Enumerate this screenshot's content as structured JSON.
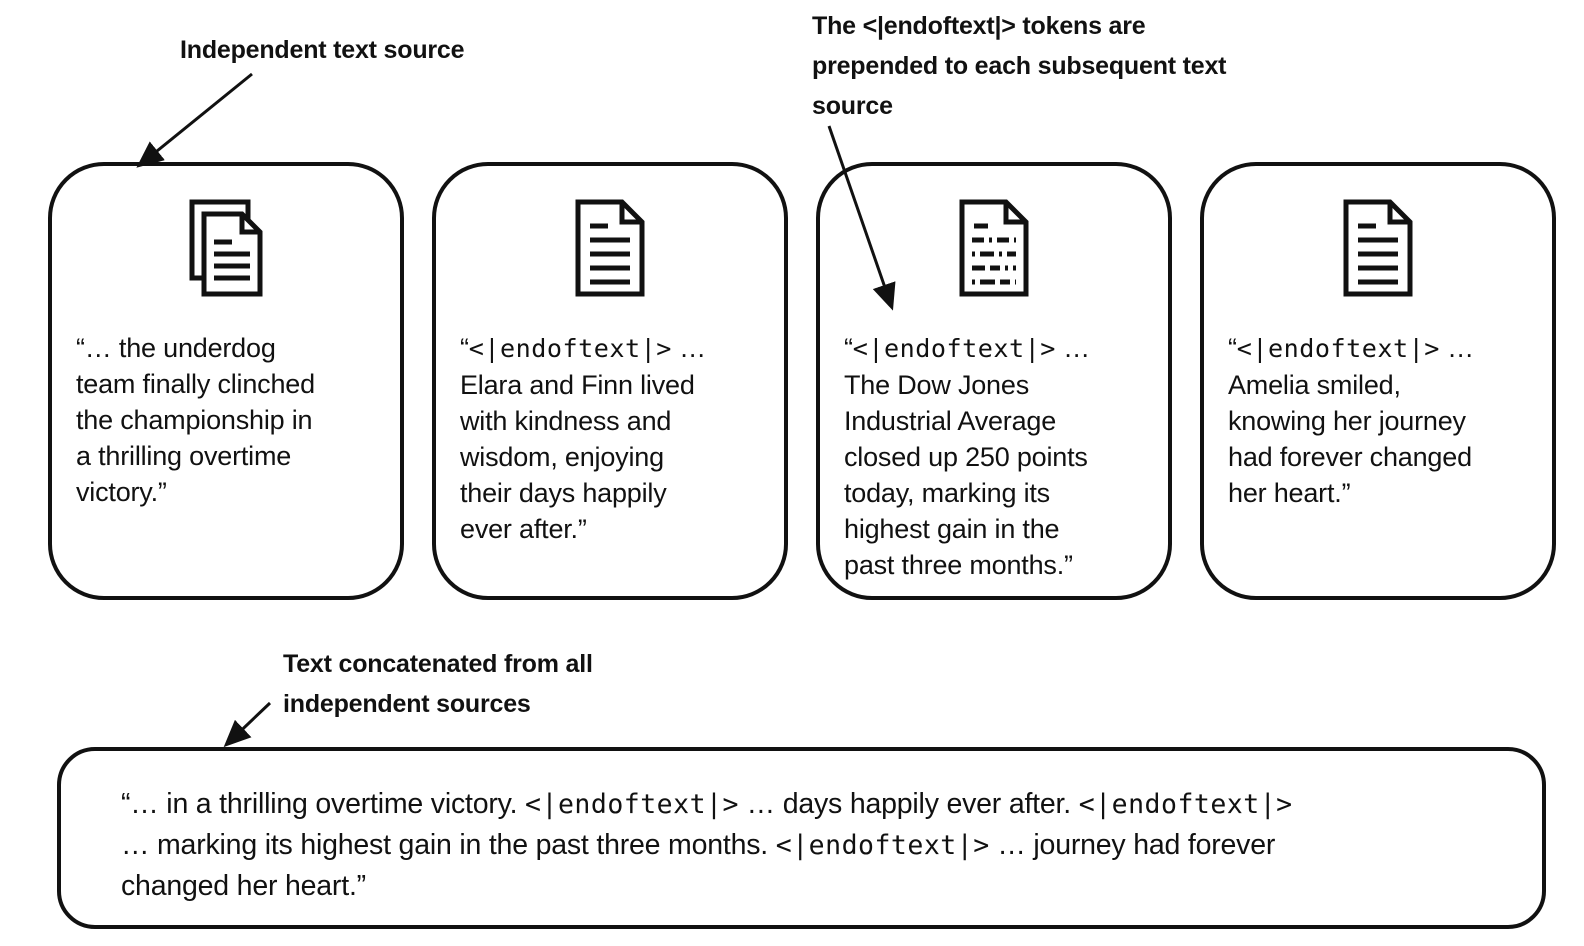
{
  "colors": {
    "ink": "#111111",
    "background": "#ffffff"
  },
  "labels": {
    "independent": "Independent text source",
    "prepended": "The <|endoftext|> tokens are\nprepended to each subsequent text\nsource",
    "concatenated": "Text concatenated from all\nindependent sources"
  },
  "cards": [
    {
      "icon": "document-pages-icon",
      "parts": [
        {
          "mono": false,
          "text": "“… the underdog\nteam finally clinched\nthe championship in\na thrilling overtime\nvictory.”"
        }
      ]
    },
    {
      "icon": "document-icon",
      "parts": [
        {
          "mono": false,
          "text": "“"
        },
        {
          "mono": true,
          "text": "<|endoftext|>"
        },
        {
          "mono": false,
          "text": " …\nElara and Finn lived\nwith kindness and\nwisdom, enjoying\ntheir days happily\never after.”"
        }
      ]
    },
    {
      "icon": "document-dashed-lines-icon",
      "parts": [
        {
          "mono": false,
          "text": "“"
        },
        {
          "mono": true,
          "text": "<|endoftext|>"
        },
        {
          "mono": false,
          "text": " …\nThe Dow Jones\nIndustrial Average\nclosed up 250 points\ntoday, marking its\nhighest gain in the\npast three months.”"
        }
      ]
    },
    {
      "icon": "document-icon",
      "parts": [
        {
          "mono": false,
          "text": "“"
        },
        {
          "mono": true,
          "text": "<|endoftext|>"
        },
        {
          "mono": false,
          "text": " …\nAmelia smiled,\nknowing her journey\nhad forever changed\nher heart.”"
        }
      ]
    }
  ],
  "concatenated": {
    "parts": [
      {
        "mono": false,
        "text": "“… in a thrilling overtime victory. "
      },
      {
        "mono": true,
        "text": "<|endoftext|>"
      },
      {
        "mono": false,
        "text": " … days happily ever after. "
      },
      {
        "mono": true,
        "text": "<|endoftext|>"
      },
      {
        "mono": false,
        "text": "\n… marking its highest gain in the past three months. "
      },
      {
        "mono": true,
        "text": "<|endoftext|>"
      },
      {
        "mono": false,
        "text": " … journey had forever\nchanged her heart.”"
      }
    ]
  }
}
